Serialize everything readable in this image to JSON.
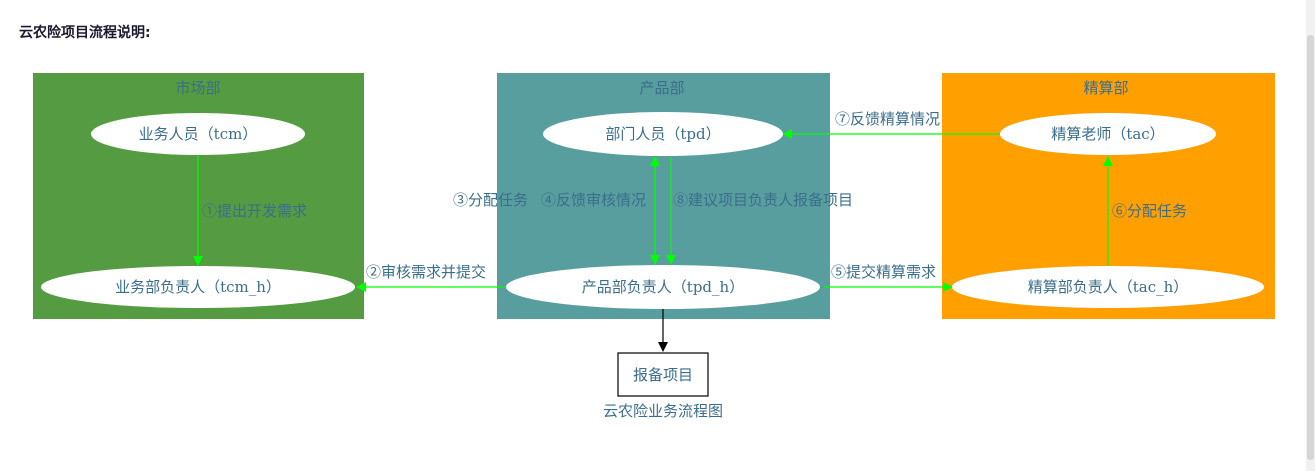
{
  "heading": "云农险项目流程说明:",
  "colors": {
    "cluster_market": "#549b42",
    "cluster_product": "#589e9e",
    "cluster_actuary": "#ffa000",
    "edge": "#00ff00",
    "edge_to_box": "#000000",
    "text": "#3b6e8c"
  },
  "clusters": {
    "market": {
      "label": "市场部"
    },
    "product": {
      "label": "产品部"
    },
    "actuary": {
      "label": "精算部"
    }
  },
  "nodes": {
    "tcm": "业务人员（tcm）",
    "tcm_h": "业务部负责人（tcm_h）",
    "tpd": "部门人员（tpd）",
    "tpd_h": "产品部负责人（tpd_h）",
    "tac": "精算老师（tac）",
    "tac_h": "精算部负责人（tac_h）",
    "report": "报备项目"
  },
  "edges": {
    "e1": "①提出开发需求",
    "e2": "②审核需求并提交",
    "e3": "③分配任务",
    "e4": "④反馈审核情况",
    "e5": "⑤提交精算需求",
    "e6": "⑥分配任务",
    "e7": "⑦反馈精算情况",
    "e8": "⑧建议项目负责人报备项目"
  },
  "caption": "云农险业务流程图"
}
